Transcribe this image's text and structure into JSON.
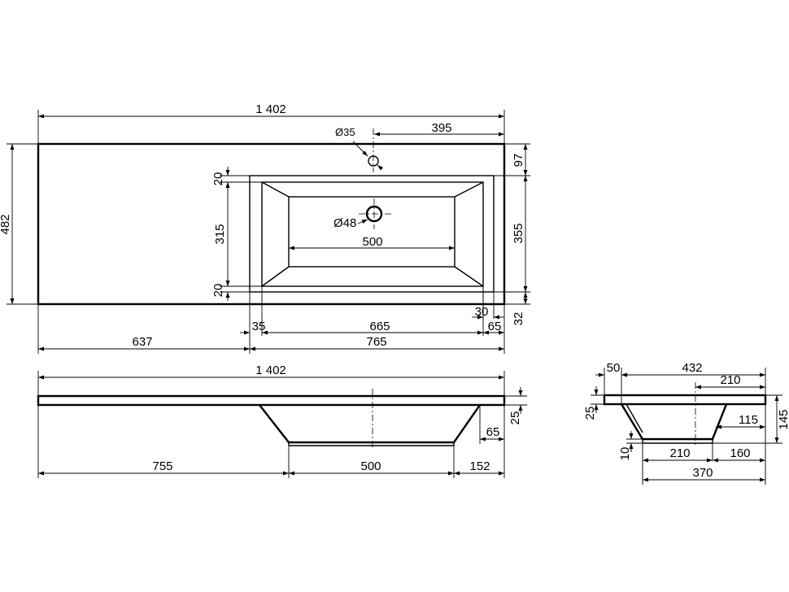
{
  "top_view": {
    "overall_width": "1 402",
    "overall_depth": "482",
    "tap_hole": "Ø35",
    "tap_offset": "395",
    "bowl_top_gap": "97",
    "bowl_depth": "355",
    "bowl_bottom_gap": "32",
    "bowl_rim_right": "30",
    "drain": "Ø48",
    "drain_width": "500",
    "left_margin_top": "20",
    "inner_depth": "315",
    "left_margin_bottom": "20",
    "rim_left": "35",
    "bowl_inner_width": "665",
    "rim_right": "65",
    "left_offset": "637",
    "bowl_outer_width": "765"
  },
  "front_view": {
    "overall_width": "1 402",
    "slab_thickness": "25",
    "slope_offset": "65",
    "left_to_bottom": "755",
    "bottom_width": "500",
    "right_to_edge": "152"
  },
  "side_view": {
    "rim": "50",
    "total_depth": "432",
    "half_depth": "210",
    "slab_thickness": "25",
    "height": "145",
    "inner_offset": "115",
    "bottom_thickness": "10",
    "bottom_half": "210",
    "bottom_offset": "160",
    "bottom_total": "370"
  }
}
